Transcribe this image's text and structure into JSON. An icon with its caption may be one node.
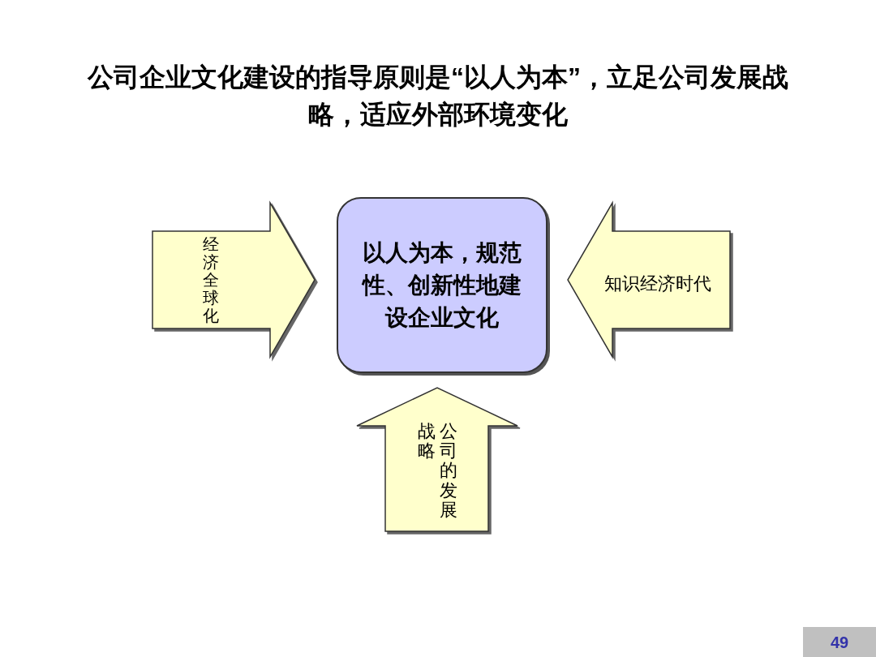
{
  "diagram": {
    "title": "公司企业文化建设的指导原则是“以人为本”，立足公司发展战略，适应外部环境变化",
    "nodes": [
      {
        "text": [
          "以人为本，规范性、创新性地建设企业文化"
        ]
      },
      {
        "text": [
          "经济全球化"
        ]
      },
      {
        "text": [
          "知识经济时代"
        ]
      },
      {
        "text": [
          "公司的发展战略"
        ]
      }
    ],
    "labels": [
      "49"
    ]
  }
}
